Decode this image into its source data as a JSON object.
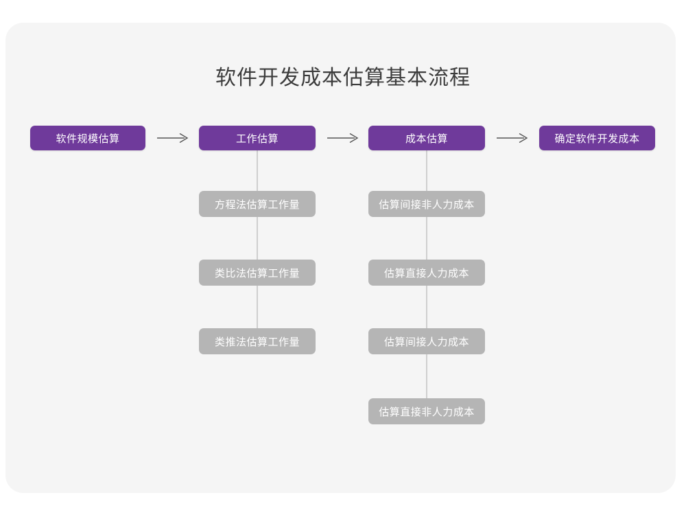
{
  "page": {
    "title": "软件开发成本估算基本流程",
    "background_color": "#ffffff",
    "card_color": "#f5f5f5",
    "accent_color": "#6f3a9b",
    "secondary_color": "#b5b5b5",
    "title_color": "#3c3c3c",
    "connector_color": "#cfcfcf"
  },
  "chart_data": {
    "type": "diagram",
    "title": "软件开发成本估算基本流程",
    "stages": [
      {
        "label": "软件规模估算",
        "substeps": []
      },
      {
        "label": "工作估算",
        "substeps": [
          "方程法估算工作量",
          "类比法估算工作量",
          "类推法估算工作量"
        ]
      },
      {
        "label": "成本估算",
        "substeps": [
          "估算间接非人力成本",
          "估算直接人力成本",
          "估算间接人力成本",
          "估算直接非人力成本"
        ]
      },
      {
        "label": "确定软件开发成本",
        "substeps": []
      }
    ],
    "arrows": [
      "arrow-1",
      "arrow-2",
      "arrow-3"
    ]
  },
  "flow": {
    "stage1": {
      "label": "软件规模估算"
    },
    "stage2": {
      "label": "工作估算"
    },
    "stage3": {
      "label": "成本估算"
    },
    "stage4": {
      "label": "确定软件开发成本"
    },
    "stage2_subs": [
      {
        "label": "方程法估算工作量"
      },
      {
        "label": "类比法估算工作量"
      },
      {
        "label": "类推法估算工作量"
      }
    ],
    "stage3_subs": [
      {
        "label": "估算间接非人力成本"
      },
      {
        "label": "估算直接人力成本"
      },
      {
        "label": "估算间接人力成本"
      },
      {
        "label": "估算直接非人力成本"
      }
    ]
  }
}
